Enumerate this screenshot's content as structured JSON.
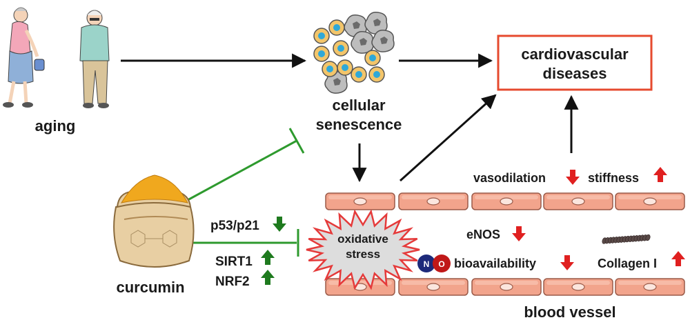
{
  "labels": {
    "aging": "aging",
    "cellular": "cellular",
    "senescence": "senescence",
    "cvd_line1": "cardiovascular",
    "cvd_line2": "diseases",
    "curcumin": "curcumin",
    "p53": "p53/p21",
    "sirt1": "SIRT1",
    "nrf2": "NRF2",
    "oxidative": "oxidative",
    "stress": "stress",
    "vasodilation": "vasodilation",
    "stiffness": "stiffness",
    "enos": "eNOS",
    "bioavailability": "bioavailability",
    "collagen": "Collagen I",
    "blood_vessel": "blood vessel",
    "no_n": "N",
    "no_o": "O"
  },
  "colors": {
    "arrow": "#111111",
    "inhibit": "#2e9a2e",
    "down_arrow": "#e02020",
    "up_arrow_red": "#e02020",
    "green_arrow": "#1e7a1e",
    "cvd_border": "#e64a2e",
    "vessel_cell": "#f2a48c",
    "vessel_cell_dark": "#e58a70",
    "turmeric": "#f0a81e",
    "sack": "#e8cfa3",
    "senescent_cell": "#f3c56a",
    "nucleus": "#2fa8d8",
    "stress_fill": "#dddddd",
    "stress_border": "#e53a3a"
  },
  "indicators": {
    "p53": "down",
    "sirt1": "up",
    "nrf2": "up",
    "vasodilation": "down",
    "stiffness": "up",
    "enos": "down",
    "bioavailability": "down",
    "collagen": "up"
  }
}
